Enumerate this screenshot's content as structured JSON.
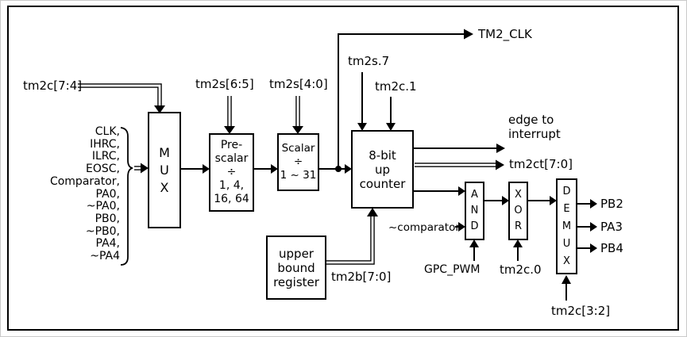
{
  "diagram": {
    "labels": {
      "tm2c74": "tm2c[7:4]",
      "tm2s65": "tm2s[6:5]",
      "tm2s40": "tm2s[4:0]",
      "tm2s7": "tm2s.7",
      "tm2c1": "tm2c.1",
      "tm2clk": "TM2_CLK",
      "edge_to_interrupt": "edge to\ninterrupt",
      "tm2ct": "tm2ct[7:0]",
      "ncomparator": "~comparator",
      "gpc_pwm": "GPC_PWM",
      "tm2c0": "tm2c.0",
      "tm2c32": "tm2c[3:2]",
      "tm2b": "tm2b[7:0]",
      "pb2": "PB2",
      "pa3": "PA3",
      "pb4": "PB4"
    },
    "blocks": {
      "mux": "M\nU\nX",
      "prescaler": "Pre-\nscalar\n÷\n1, 4,\n16, 64",
      "scalar": "Scalar\n÷\n1 ~ 31",
      "counter": "8-bit\nup\ncounter",
      "and_gate": "A\nN\nD",
      "xor_gate": "X\nO\nR",
      "demux": "D\nE\nM\nU\nX",
      "upper_bound_register": "upper\nbound\nregister"
    },
    "clock_sources": [
      "CLK,",
      "IHRC,",
      "ILRC,",
      "EOSC,",
      "Comparator,",
      "PA0,",
      "~PA0,",
      "PB0,",
      "~PB0,",
      "PA4,",
      "~PA4"
    ]
  }
}
